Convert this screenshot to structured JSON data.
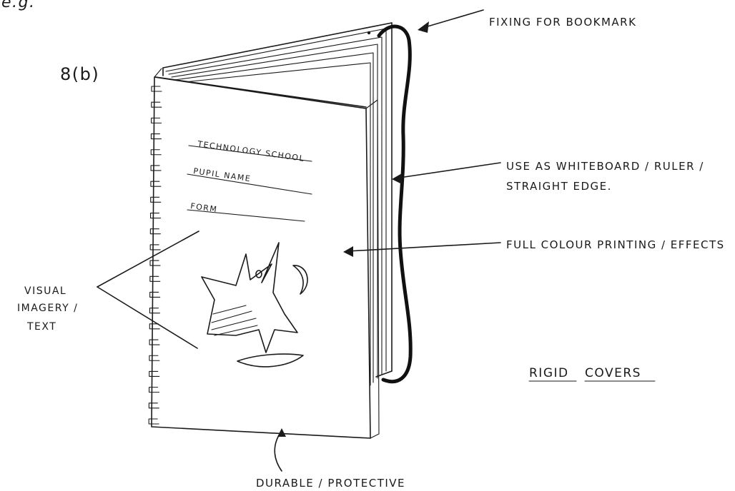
{
  "top_fragment": "e.g.",
  "question_ref": "8(b)",
  "cover_text": {
    "line1": "TECHNOLOGY SCHOOL",
    "line2": "PUPIL NAME",
    "line3": "FORM"
  },
  "annotations": {
    "bookmark": "FIXING FOR BOOKMARK",
    "whiteboard_line1": "USE AS WHITEBOARD / RULER /",
    "whiteboard_line2": "STRAIGHT EDGE.",
    "printing": "FULL COLOUR PRINTING / EFFECTS",
    "imagery_line1": "VISUAL",
    "imagery_line2": "IMAGERY /",
    "imagery_line3": "TEXT",
    "rigid_word1": "RIGID",
    "rigid_word2": "COVERS",
    "durable": "DURABLE / PROTECTIVE"
  },
  "colors": {
    "ink": "#1a1a1a",
    "paper": "#ffffff"
  }
}
